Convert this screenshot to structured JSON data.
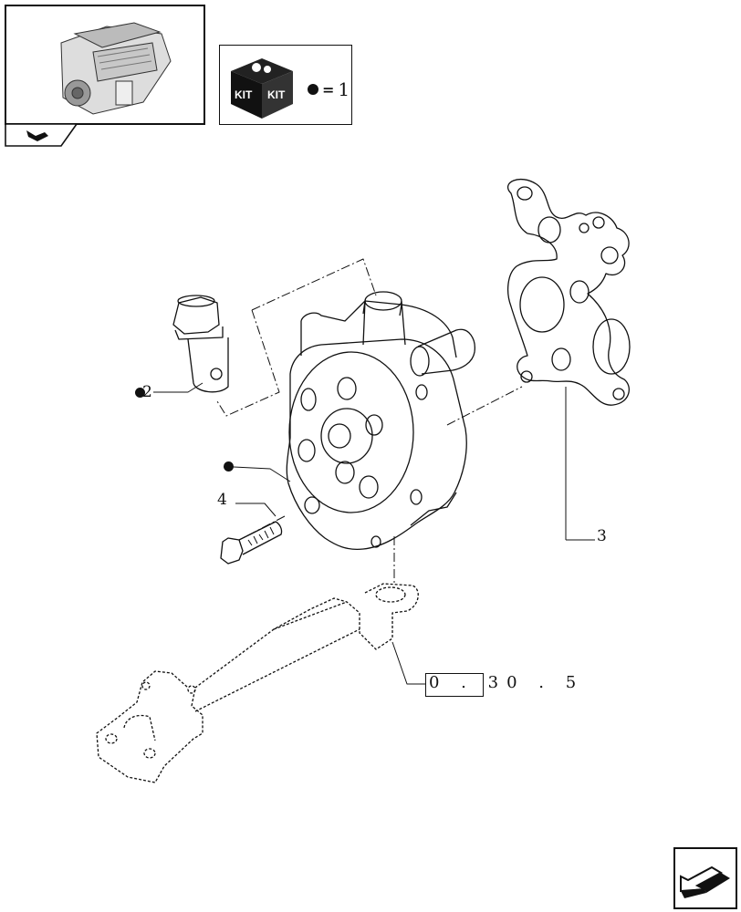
{
  "kit_legend": {
    "equals": "=",
    "count": "1"
  },
  "kit_icon": {
    "label_left": "KIT",
    "label_right": "KIT"
  },
  "callouts": {
    "item_2": "2",
    "item_3": "3",
    "item_4": "4"
  },
  "reference": {
    "boxed": "0 . 3",
    "tail": "0 . 5"
  },
  "colors": {
    "ink": "#111111",
    "paper": "#ffffff"
  },
  "icons": [
    "engine-thumbnail-icon",
    "nav-tab-icon",
    "kit-box-icon",
    "next-page-arrow-icon"
  ]
}
